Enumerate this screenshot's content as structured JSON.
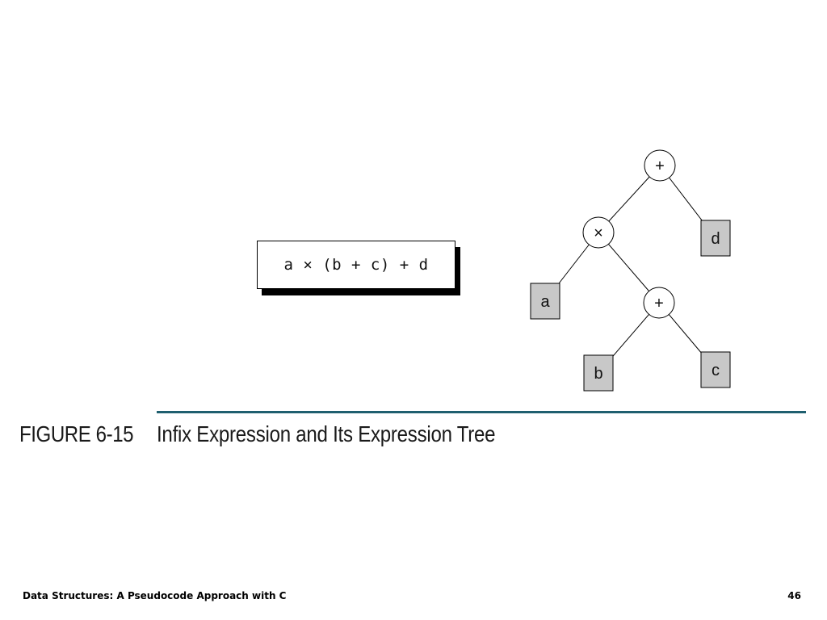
{
  "expression": {
    "text": "a × (b + c) + d"
  },
  "tree": {
    "nodes": [
      {
        "id": "root",
        "kind": "operator",
        "label": "+"
      },
      {
        "id": "times",
        "kind": "operator",
        "label": "×"
      },
      {
        "id": "d",
        "kind": "operand",
        "label": "d"
      },
      {
        "id": "a",
        "kind": "operand",
        "label": "a"
      },
      {
        "id": "plus2",
        "kind": "operator",
        "label": "+"
      },
      {
        "id": "b",
        "kind": "operand",
        "label": "b"
      },
      {
        "id": "c",
        "kind": "operand",
        "label": "c"
      }
    ],
    "edges": [
      {
        "from": "root",
        "to": "times"
      },
      {
        "from": "root",
        "to": "d"
      },
      {
        "from": "times",
        "to": "a"
      },
      {
        "from": "times",
        "to": "plus2"
      },
      {
        "from": "plus2",
        "to": "b"
      },
      {
        "from": "plus2",
        "to": "c"
      }
    ],
    "colors": {
      "operand_fill": "#c8c8c8",
      "operator_fill": "#ffffff",
      "stroke": "#000000"
    }
  },
  "caption": {
    "label": "FIGURE 6-15",
    "title": "Infix Expression and Its Expression Tree",
    "rule_color": "#1f5f6f"
  },
  "footer": {
    "book_title": "Data Structures: A Pseudocode Approach with C",
    "page_number": "46"
  }
}
